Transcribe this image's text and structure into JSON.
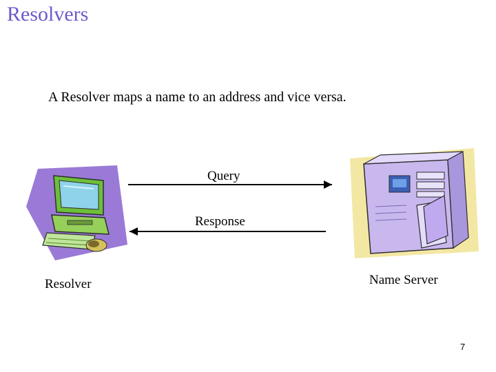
{
  "slide": {
    "title": "Resolvers",
    "body": "A Resolver maps a name to an address and vice versa.",
    "page_number": "7"
  },
  "diagram": {
    "query_label": "Query",
    "response_label": "Response",
    "resolver_label": "Resolver",
    "server_label": "Name Server",
    "colors": {
      "title": "#6a5acd",
      "clipart_backdrop": "#9a7ad6",
      "server_backdrop": "#f3e7a4",
      "monitor_screen": "#8fd3ea",
      "computer_body": "#95d05a",
      "server_body": "#c9b8ee"
    },
    "icons": [
      "desktop-computer-icon",
      "server-tower-icon"
    ]
  }
}
